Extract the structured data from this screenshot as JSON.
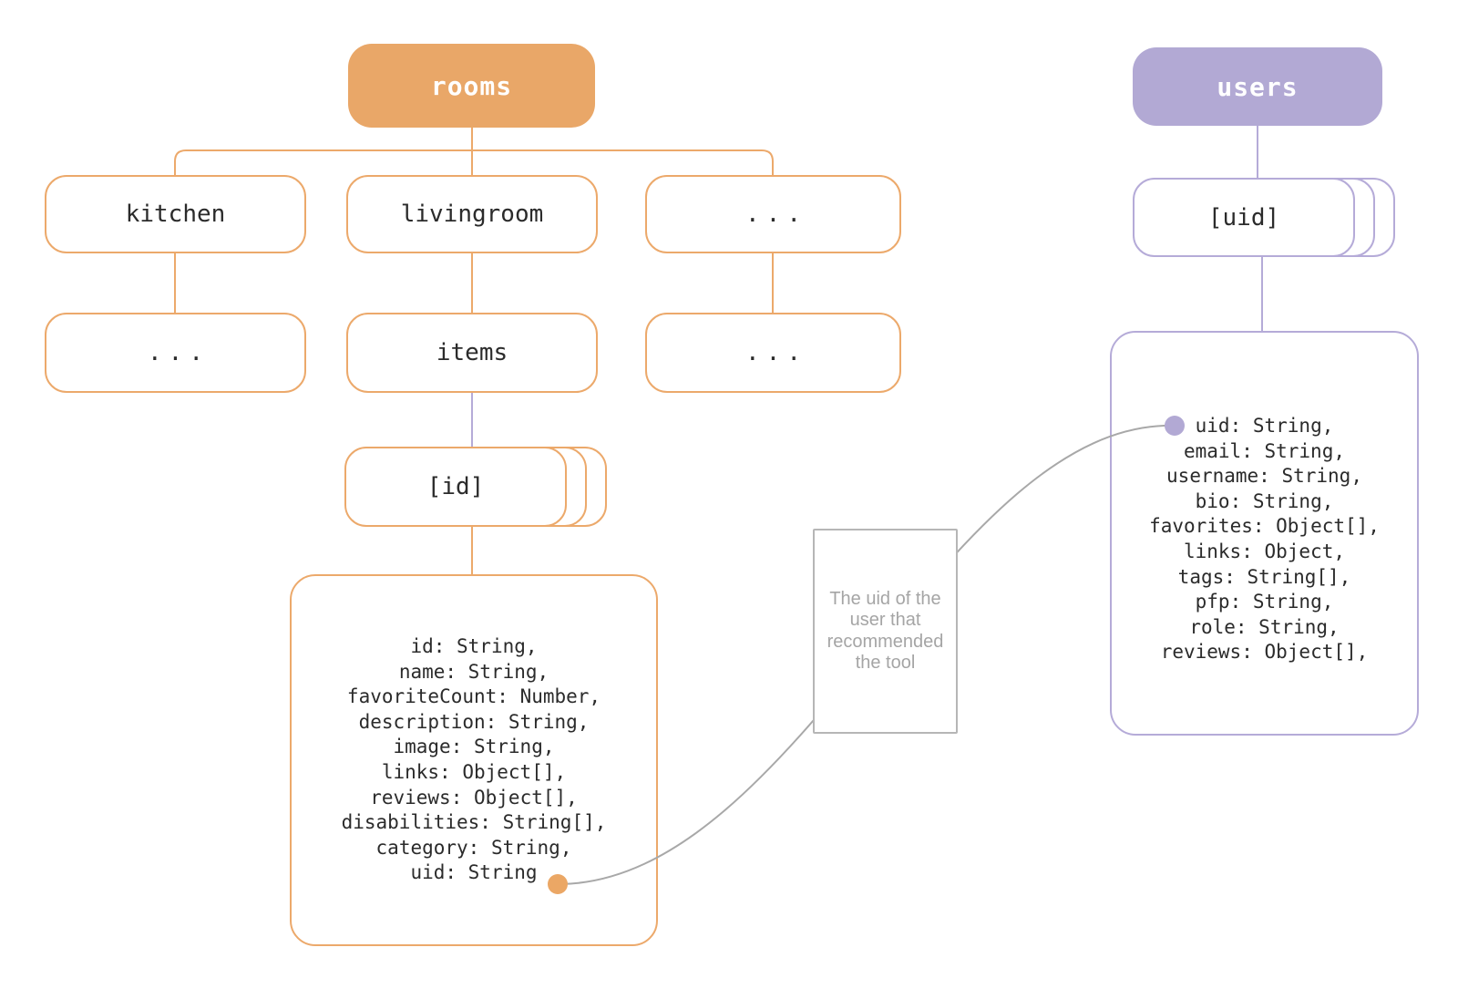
{
  "colors": {
    "orange_fill": "#E9A768",
    "orange_border": "#ECA96B",
    "purple_fill": "#B2A9D4",
    "purple_border": "#B5ABD8",
    "relation_line_gray": "#A8A8A8",
    "note_border_gray": "#B6B6B6",
    "note_text_gray": "#A5A5A5",
    "node_text": "#2B2B2B"
  },
  "rooms": {
    "header": "rooms",
    "children": [
      "kitchen",
      "livingroom",
      "..."
    ],
    "grandchildren": [
      "...",
      "items",
      "..."
    ],
    "id_node": "[id]",
    "fields": [
      "id: String,",
      "name: String,",
      "favoriteCount: Number,",
      "description: String,",
      "image: String,",
      "links: Object[],",
      "reviews: Object[],",
      "disabilities: String[],",
      "category: String,",
      "uid: String"
    ]
  },
  "users": {
    "header": "users",
    "uid_node": "[uid]",
    "fields": [
      "uid: String,",
      "email: String,",
      "username: String,",
      "bio: String,",
      "favorites: Object[],",
      "links: Object,",
      "tags: String[],",
      "pfp: String,",
      "role: String,",
      "reviews: Object[],"
    ]
  },
  "note": {
    "lines": [
      "The uid of the",
      "user that",
      "recommended",
      "the tool"
    ]
  }
}
